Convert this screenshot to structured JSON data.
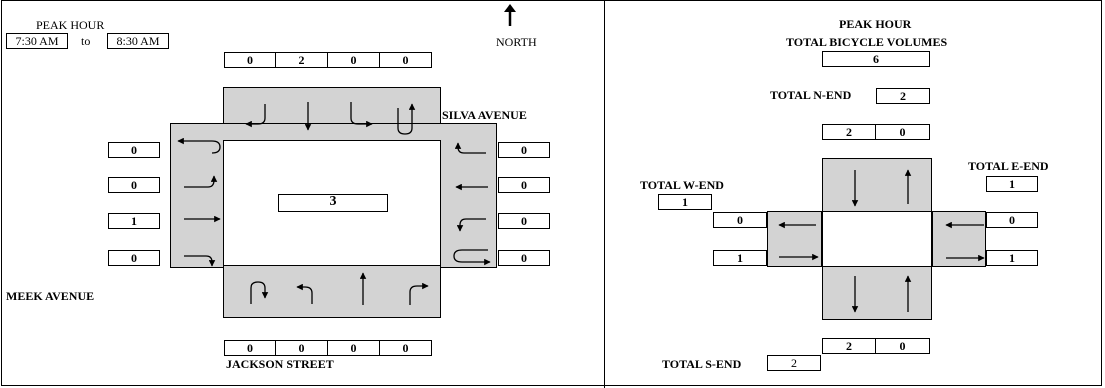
{
  "left": {
    "peak_hour_label": "PEAK HOUR",
    "start_time": "7:30 AM",
    "to_label": "to",
    "end_time": "8:30 AM",
    "north_label": "NORTH",
    "north_street": "SILVA AVENUE",
    "west_street": "MEEK AVENUE",
    "south_street": "JACKSON STREET",
    "center_total": "3",
    "north_counts": [
      "0",
      "2",
      "0",
      "0"
    ],
    "south_counts": [
      "0",
      "0",
      "0",
      "0"
    ],
    "west_counts": [
      "0",
      "0",
      "1",
      "0"
    ],
    "east_counts": [
      "0",
      "0",
      "0",
      "0"
    ]
  },
  "right": {
    "title_line1": "PEAK HOUR",
    "title_line2": "TOTAL BICYCLE VOLUMES",
    "grand_total": "6",
    "n_end_label": "TOTAL N-END",
    "n_end_value": "2",
    "e_end_label": "TOTAL E-END",
    "e_end_value": "1",
    "w_end_label": "TOTAL W-END",
    "w_end_value": "1",
    "s_end_label": "TOTAL S-END",
    "s_end_value": "2",
    "north_counts": [
      "2",
      "0"
    ],
    "south_counts": [
      "2",
      "0"
    ],
    "west_counts": [
      "0",
      "1"
    ],
    "east_counts": [
      "0",
      "1"
    ]
  }
}
